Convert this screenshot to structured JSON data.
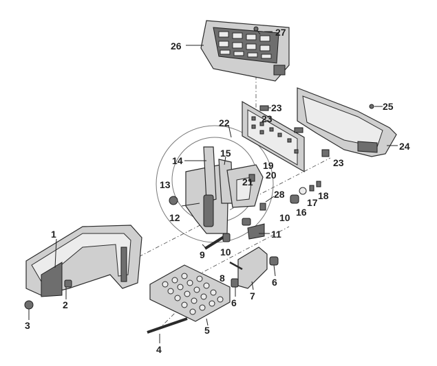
{
  "callouts": [
    {
      "id": "c1",
      "label": "1"
    },
    {
      "id": "c2",
      "label": "2"
    },
    {
      "id": "c3",
      "label": "3"
    },
    {
      "id": "c4",
      "label": "4"
    },
    {
      "id": "c5",
      "label": "5"
    },
    {
      "id": "c6a",
      "label": "6"
    },
    {
      "id": "c6b",
      "label": "6"
    },
    {
      "id": "c7",
      "label": "7"
    },
    {
      "id": "c8",
      "label": "8"
    },
    {
      "id": "c9",
      "label": "9"
    },
    {
      "id": "c10a",
      "label": "10"
    },
    {
      "id": "c10b",
      "label": "10"
    },
    {
      "id": "c11",
      "label": "11"
    },
    {
      "id": "c12",
      "label": "12"
    },
    {
      "id": "c13",
      "label": "13"
    },
    {
      "id": "c14",
      "label": "14"
    },
    {
      "id": "c15",
      "label": "15"
    },
    {
      "id": "c16",
      "label": "16"
    },
    {
      "id": "c17",
      "label": "17"
    },
    {
      "id": "c18",
      "label": "18"
    },
    {
      "id": "c19",
      "label": "19"
    },
    {
      "id": "c20",
      "label": "20"
    },
    {
      "id": "c21",
      "label": "21"
    },
    {
      "id": "c22",
      "label": "22"
    },
    {
      "id": "c23a",
      "label": "23"
    },
    {
      "id": "c23b",
      "label": "23"
    },
    {
      "id": "c23c",
      "label": "23"
    },
    {
      "id": "c24",
      "label": "24"
    },
    {
      "id": "c25",
      "label": "25"
    },
    {
      "id": "c26",
      "label": "26"
    },
    {
      "id": "c27",
      "label": "27"
    },
    {
      "id": "c28",
      "label": "28"
    }
  ]
}
